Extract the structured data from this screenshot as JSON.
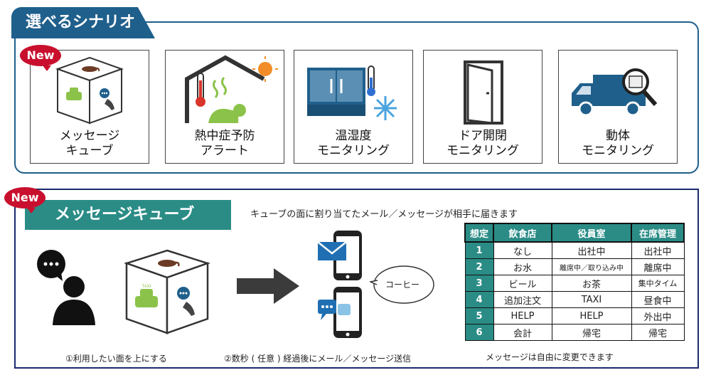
{
  "scenarios": {
    "title": "選べるシナリオ",
    "new_badge": "New",
    "cards": [
      {
        "line1": "メッセージ",
        "line2": "キューブ"
      },
      {
        "line1": "熱中症予防",
        "line2": "アラート"
      },
      {
        "line1": "温湿度",
        "line2": "モニタリング"
      },
      {
        "line1": "ドア開閉",
        "line2": "モニタリング"
      },
      {
        "line1": "動体",
        "line2": "モニタリング"
      }
    ]
  },
  "message_cube": {
    "new_badge": "New",
    "title": "メッセージキューブ",
    "description": "キューブの面に割り当てたメール／メッセージが相手に届きます",
    "step1": "①利用したい面を上にする",
    "step2": "②数秒 ( 任意 ) 経過後にメール／メッセージ送信",
    "bubble_text": "コーヒー",
    "taxi_sign": "TAXI",
    "table": {
      "headers": [
        "想定",
        "飲食店",
        "役員室",
        "在席管理"
      ],
      "rows": [
        [
          "1",
          "なし",
          "出社中",
          "出社中"
        ],
        [
          "2",
          "お水",
          "離席中／取り込み中",
          "離席中"
        ],
        [
          "3",
          "ビール",
          "お茶",
          "集中タイム"
        ],
        [
          "4",
          "追加注文",
          "TAXI",
          "昼食中"
        ],
        [
          "5",
          "HELP",
          "HELP",
          "外出中"
        ],
        [
          "6",
          "会計",
          "帰宅",
          "帰宅"
        ]
      ],
      "note": "メッセージは自由に変更できます"
    }
  },
  "colors": {
    "navy_blue": "#1f5f8b",
    "teal": "#2b8c86",
    "new_red": "#c8102e",
    "green_icon": "#8bc34a",
    "dark_navy": "#1a2a6c"
  }
}
